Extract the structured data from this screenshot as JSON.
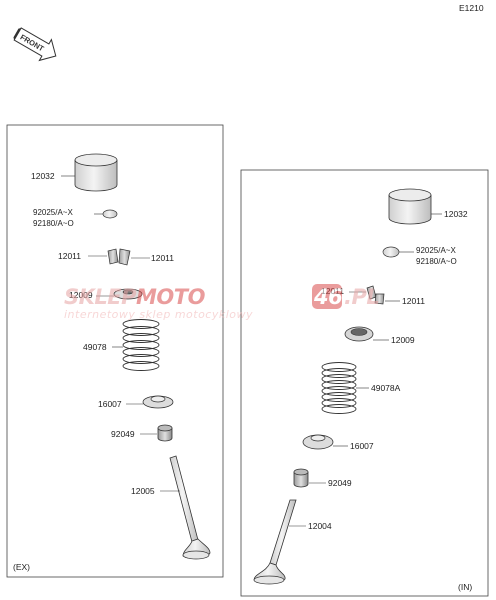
{
  "diagram_code": "E1210",
  "front_label": "FRONT",
  "watermark": {
    "word_a": "SKLEP",
    "word_b": "MOTO",
    "number": "46",
    "suffix": ".PL",
    "tagline": "internetowy sklep motocyklowy"
  },
  "panel_ex": {
    "tag": "(EX)",
    "labels": {
      "tappet": "12032",
      "shim_a": "92025/A~X",
      "shim_b": "92180/A~O",
      "keeper_l": "12011",
      "keeper_r": "12011",
      "retainer": "12009",
      "spring": "49078",
      "seat": "16007",
      "seal": "92049",
      "valve": "12005"
    }
  },
  "panel_in": {
    "tag": "(IN)",
    "labels": {
      "tappet": "12032",
      "shim_a": "92025/A~X",
      "shim_b": "92180/A~O",
      "keeper_l": "12011",
      "keeper_r": "12011",
      "retainer": "12009",
      "spring": "49078A",
      "seat": "16007",
      "seal": "92049",
      "valve": "12004"
    }
  }
}
